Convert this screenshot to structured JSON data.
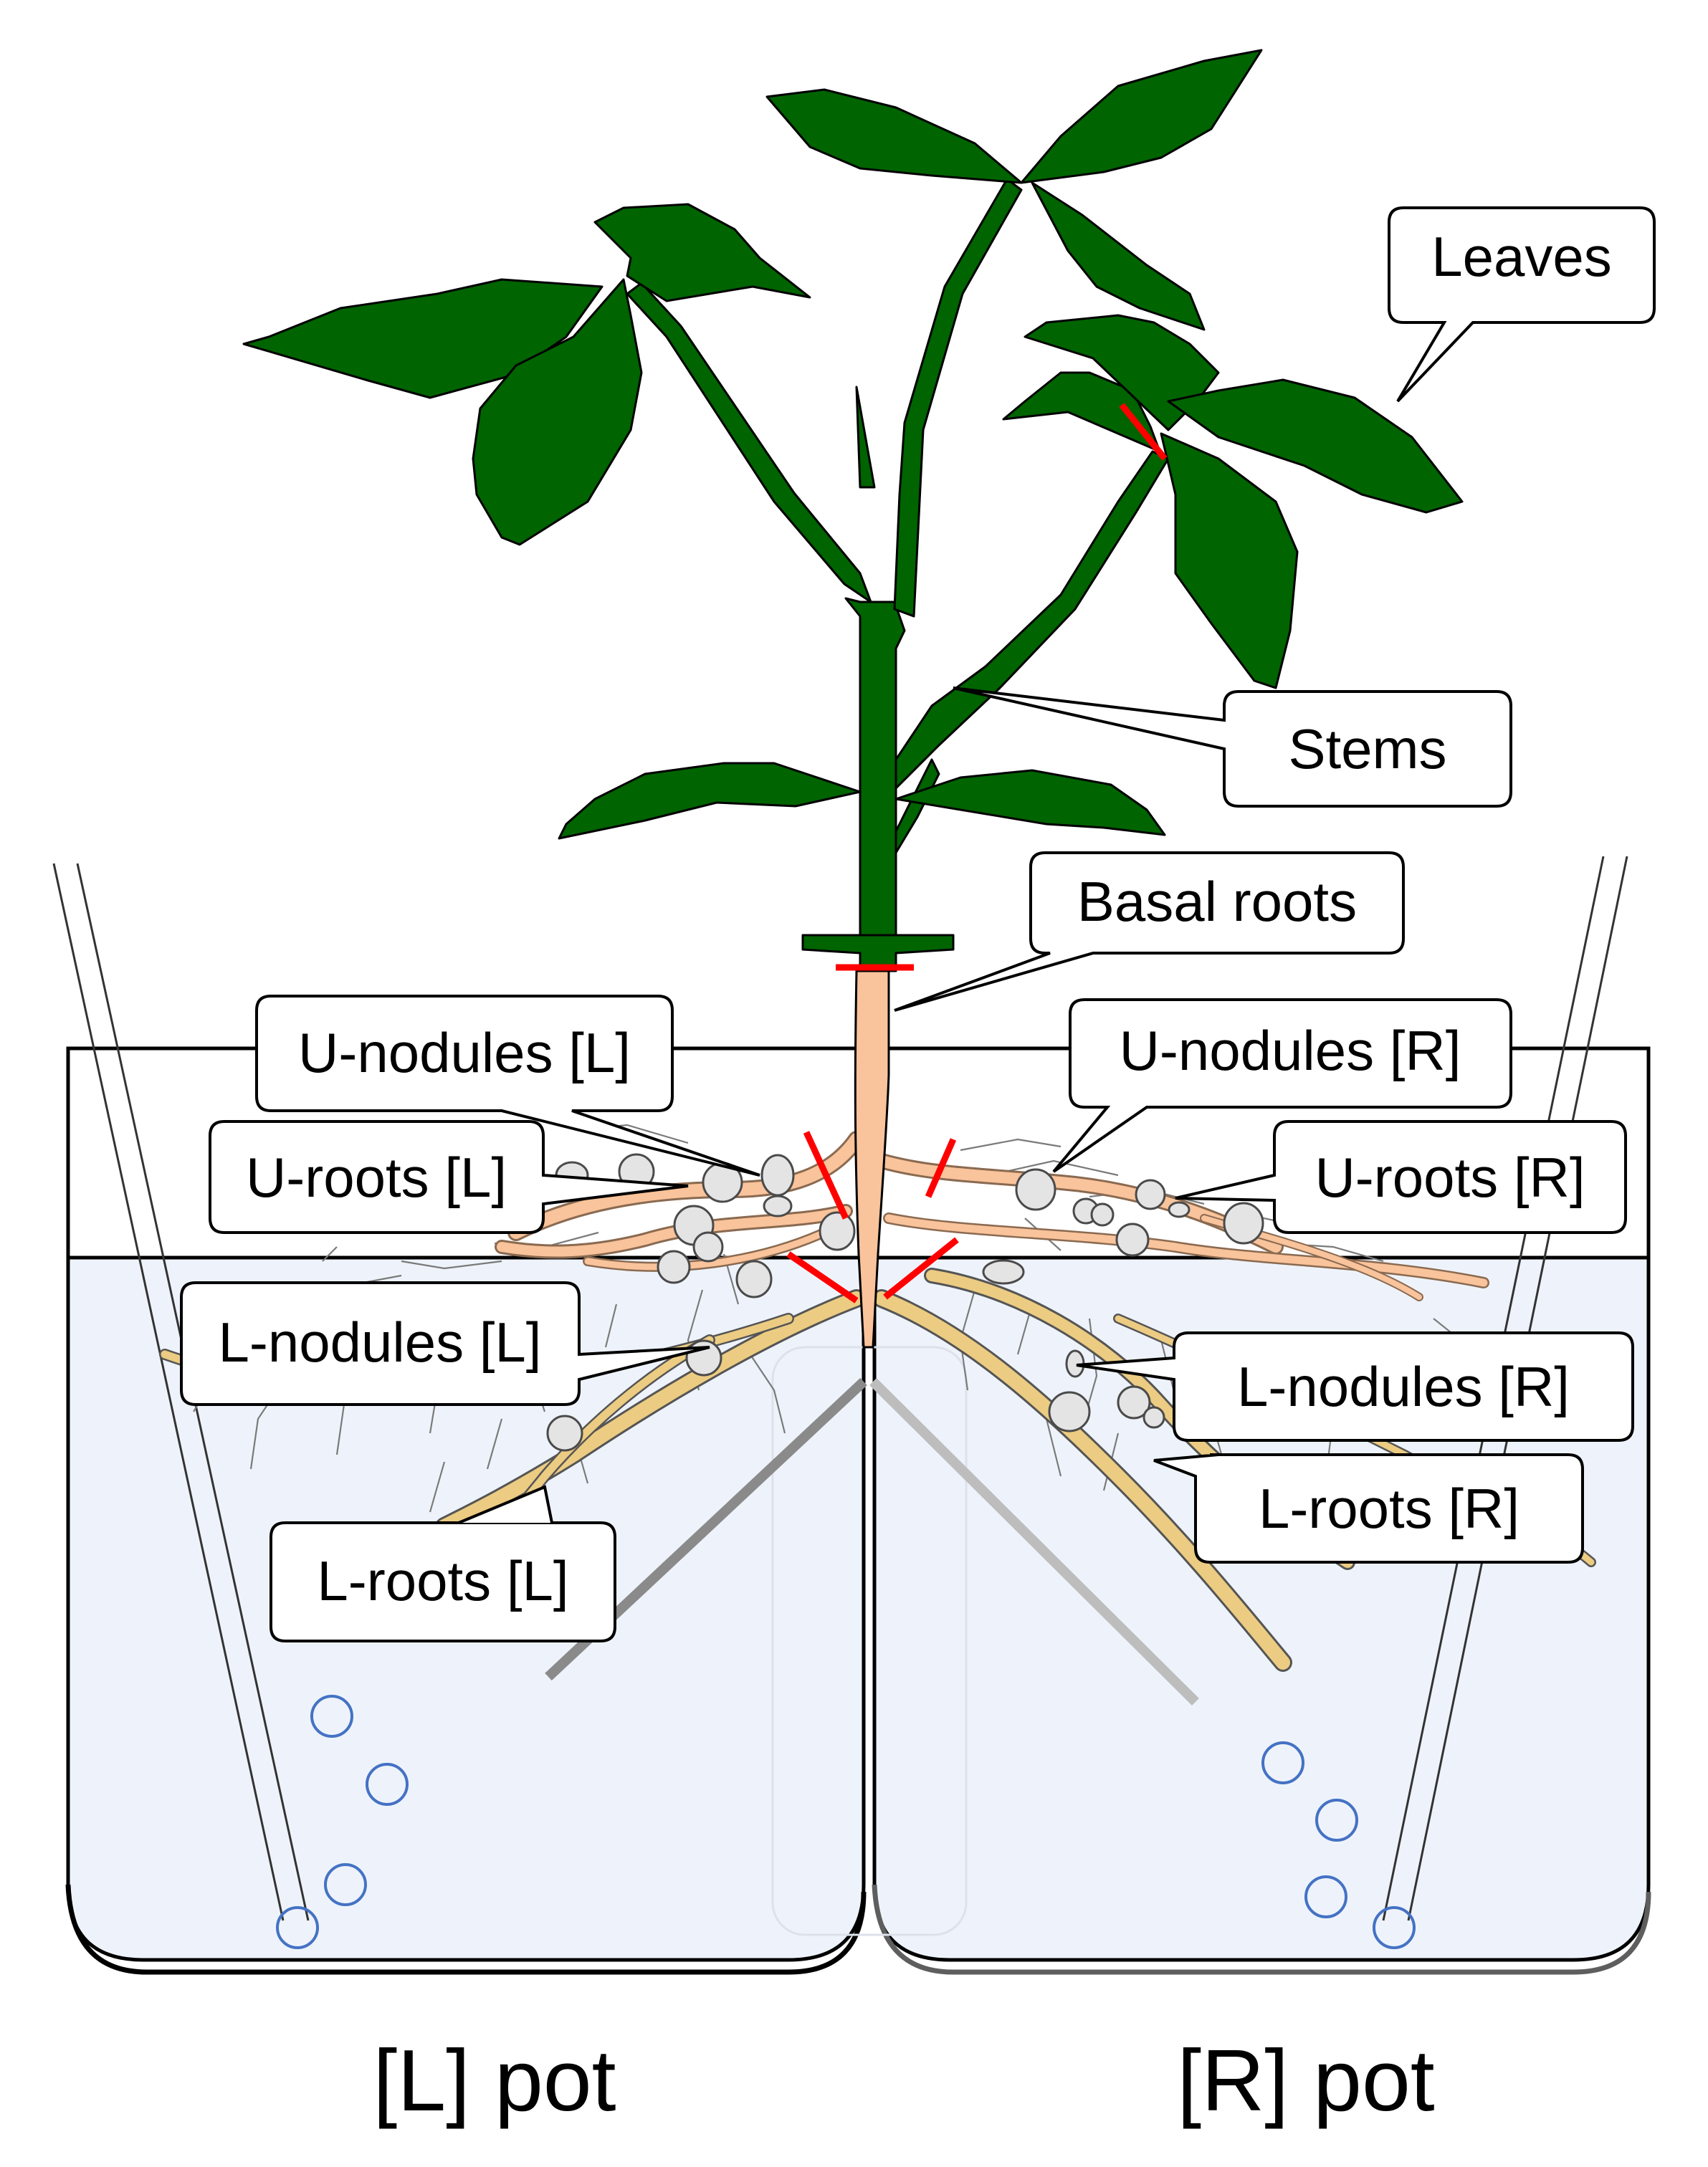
{
  "labels": {
    "leaves": "Leaves",
    "stems": "Stems",
    "basal_roots": "Basal roots",
    "u_nodules_l": "U-nodules [L]",
    "u_nodules_r": "U-nodules [R]",
    "u_roots_l": "U-roots [L]",
    "u_roots_r": "U-roots [R]",
    "l_nodules_l": "L-nodules [L]",
    "l_nodules_r": "L-nodules [R]",
    "l_roots_l": "L-roots [L]",
    "l_roots_r": "L-roots [R]"
  },
  "pots": {
    "left": "[L] pot",
    "right": "[R] pot"
  },
  "colors": {
    "leaf": "#006400",
    "upper_root": "#f9c39b",
    "lower_root": "#eccc82",
    "solution": "#eef3fb",
    "cut_mark": "#ff0000",
    "bubble": "#4472c4",
    "nodule": "#e4e4e4",
    "divider": "#8a8a8a"
  }
}
